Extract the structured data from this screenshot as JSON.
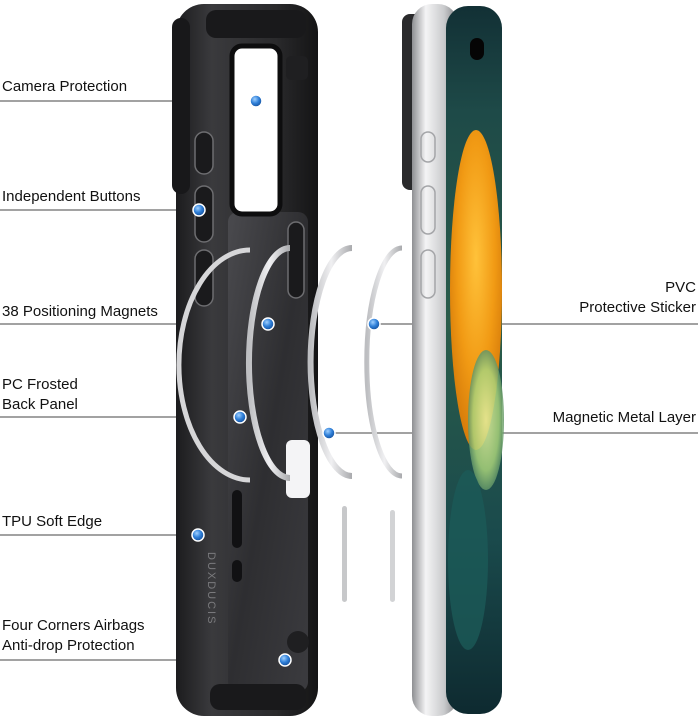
{
  "brand_mark": "DUXDUCIS",
  "colors": {
    "case_body": "#2b2b2d",
    "case_edge": "#1a1a1c",
    "accent_dot": "#2f7fd8",
    "phone_frame": "#d9dadc",
    "screen_dark": "#0f2a30",
    "screen_orange": "#f3a31c"
  },
  "callouts_left": [
    {
      "id": "camera-protection",
      "lines": [
        "Camera Protection"
      ]
    },
    {
      "id": "independent-buttons",
      "lines": [
        "Independent Buttons"
      ]
    },
    {
      "id": "positioning-magnets",
      "lines": [
        "38 Positioning Magnets"
      ]
    },
    {
      "id": "frosted-back-panel",
      "lines": [
        "PC Frosted",
        "Back Panel"
      ]
    },
    {
      "id": "tpu-soft-edge",
      "lines": [
        "TPU Soft Edge"
      ]
    },
    {
      "id": "corner-airbags",
      "lines": [
        "Four Corners Airbags",
        "Anti-drop Protection"
      ]
    }
  ],
  "callouts_right": [
    {
      "id": "pvc-sticker",
      "lines": [
        "PVC",
        "Protective Sticker"
      ]
    },
    {
      "id": "metal-layer",
      "lines": [
        "Magnetic Metal Layer"
      ]
    }
  ]
}
